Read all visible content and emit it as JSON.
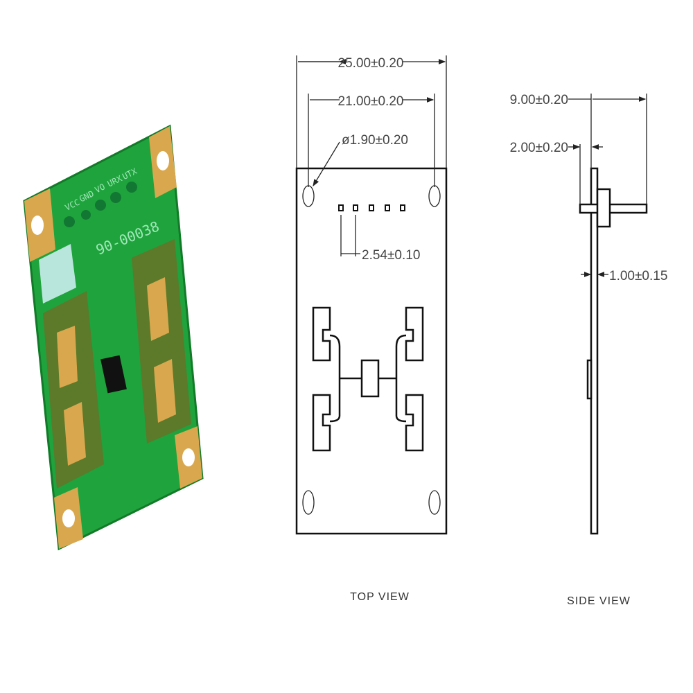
{
  "photo": {
    "pin_labels": [
      "VCC",
      "GND",
      "VO",
      "URX",
      "UTX"
    ],
    "part_number": "90-00038",
    "colors": {
      "board": "#1fa33c",
      "pad": "#d9a84e",
      "antenna": "#5c7a2a"
    }
  },
  "top_view": {
    "label": "TOP VIEW",
    "dims": {
      "overall_width": "25.00±0.20",
      "hole_spacing": "21.00±0.20",
      "hole_diameter": "ø1.90±0.20",
      "pin_pitch": "2.54±0.10"
    }
  },
  "side_view": {
    "label": "SIDE VIEW",
    "dims": {
      "pin_length": "9.00±0.20",
      "pin_offset": "2.00±0.20",
      "board_thickness": "1.00±0.15"
    }
  }
}
